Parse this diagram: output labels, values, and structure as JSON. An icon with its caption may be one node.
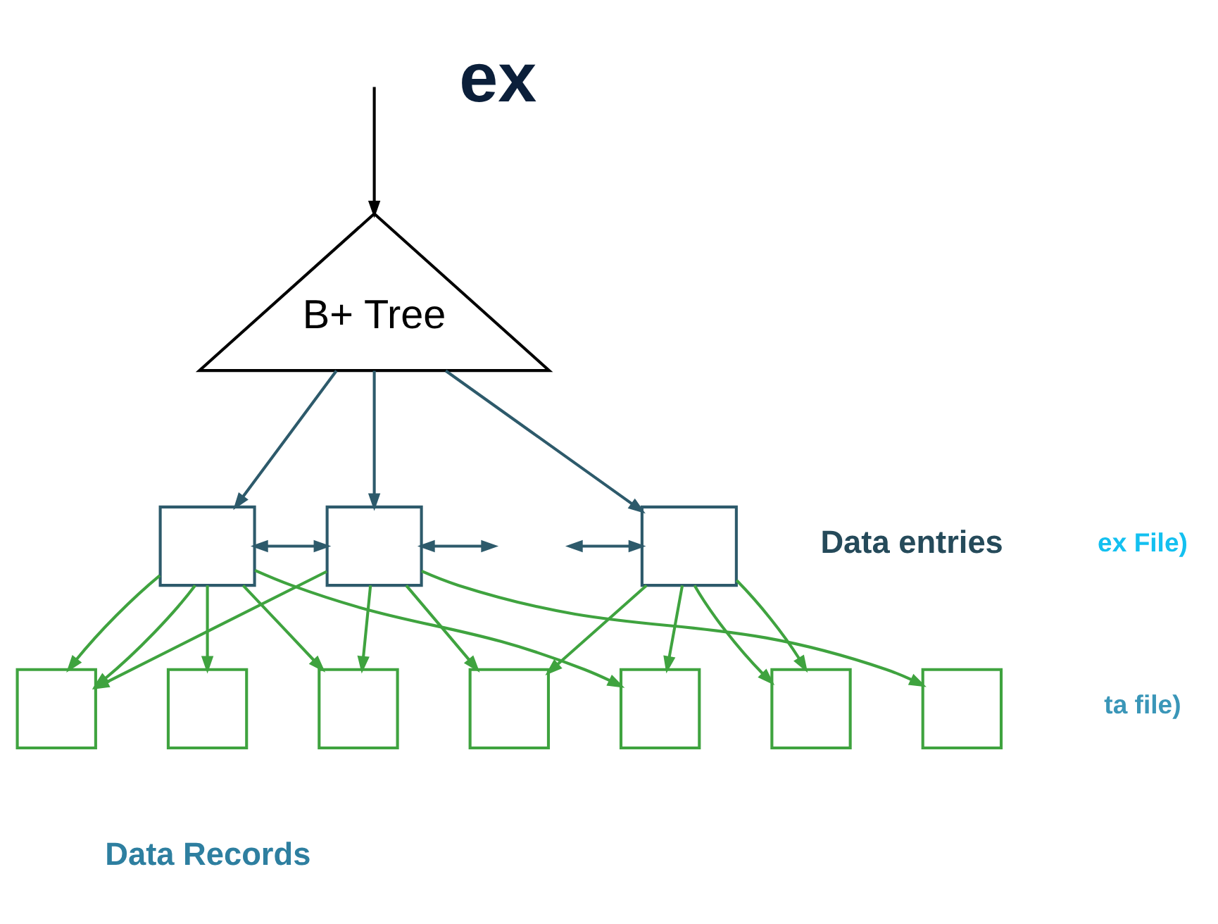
{
  "diagram": {
    "nodes": [
      {
        "text": [
          "B+ Tree"
        ]
      },
      {
        "text": [],
        "shape": "box"
      },
      {
        "text": [],
        "shape": "box"
      },
      {
        "text": [],
        "shape": "box"
      },
      {
        "text": [],
        "shape": "box"
      },
      {
        "text": [],
        "shape": "box"
      },
      {
        "text": [],
        "shape": "box"
      },
      {
        "text": [],
        "shape": "box"
      },
      {
        "text": [],
        "shape": "box"
      },
      {
        "text": [],
        "shape": "box"
      },
      {
        "text": [],
        "shape": "box"
      }
    ],
    "edges": [
      {
        "from": null,
        "to": 0,
        "arrow": "to",
        "color": "#000000"
      },
      {
        "from": 0,
        "to": 1,
        "arrow": "to",
        "color": "#2d5a6b"
      },
      {
        "from": 0,
        "to": 2,
        "arrow": "to",
        "color": "#2d5a6b"
      },
      {
        "from": 0,
        "to": 3,
        "arrow": "to",
        "color": "#2d5a6b"
      },
      {
        "from": 1,
        "to": 2,
        "arrow": "both",
        "color": "#2d5a6b"
      },
      {
        "from": 2,
        "to": null,
        "arrow": "both",
        "color": "#2d5a6b"
      },
      {
        "from": null,
        "to": 3,
        "arrow": "both",
        "color": "#2d5a6b"
      },
      {
        "from": 1,
        "to": 4,
        "arrow": "to"
      },
      {
        "from": 1,
        "to": 5,
        "arrow": "to"
      },
      {
        "from": 1,
        "to": 4,
        "arrow": "to"
      },
      {
        "from": 1,
        "to": 6,
        "arrow": "to"
      },
      {
        "from": 1,
        "to": 8,
        "arrow": "to"
      },
      {
        "from": 2,
        "to": 4,
        "arrow": "to"
      },
      {
        "from": 2,
        "to": 10,
        "arrow": "to"
      },
      {
        "from": 2,
        "to": 6,
        "arrow": "to"
      },
      {
        "from": 2,
        "to": 7,
        "arrow": "to"
      },
      {
        "from": 3,
        "to": 7,
        "arrow": "to"
      },
      {
        "from": 3,
        "to": 9,
        "arrow": "to"
      },
      {
        "from": 3,
        "to": 8,
        "arrow": "to"
      },
      {
        "from": 3,
        "to": 9,
        "arrow": "to"
      }
    ],
    "labels": [
      "ex",
      "Data entries",
      "ex File)",
      "ta file)",
      "Data Records"
    ]
  }
}
